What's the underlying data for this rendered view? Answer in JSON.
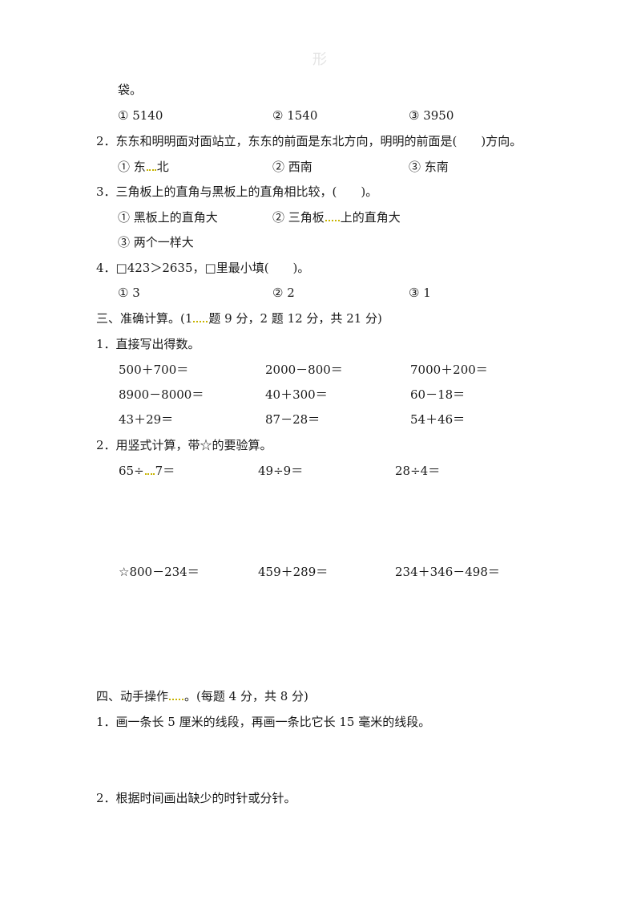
{
  "watermark": "形",
  "q1_tail": {
    "text": "袋。",
    "options": [
      "① 5140",
      "② 1540",
      "③ 3950"
    ]
  },
  "q2": {
    "stem": "2．东东和明明面对面站立，东东的前面是东北方向，明明的前面是(　　)方向。",
    "opt1_a": "① 东",
    "opt1_b": "北",
    "opt2": "② 西南",
    "opt3": "③ 东南"
  },
  "q3": {
    "stem": "3．三角板上的直角与黑板上的直角相比较，(　　)。",
    "opt1": "① 黑板上的直角大",
    "opt2_a": "② 三角板",
    "opt2_b": "上的直角大",
    "opt3": "③ 两个一样大"
  },
  "q4": {
    "stem": "4．□423＞2635，□里最小填(　　)。",
    "options": [
      "① 3",
      "② 2",
      "③ 1"
    ]
  },
  "section3": {
    "heading_a": "三、准确计算。(1",
    "heading_b": "题 9 分，2 题 12 分，共 21 分)",
    "q1": {
      "stem": "1．直接写出得数。",
      "row1": [
        "500＋700＝",
        "2000－800＝",
        "7000＋200＝"
      ],
      "row2": [
        "8900－8000＝",
        "40＋300＝",
        "60－18＝"
      ],
      "row3": [
        "43＋29＝",
        "87－28＝",
        "54＋46＝"
      ]
    },
    "q2": {
      "stem": "2．用竖式计算，带☆的要验算。",
      "row1_c1_a": "65÷",
      "row1_c1_b": "7＝",
      "row1": [
        "49÷9＝",
        "28÷4＝"
      ],
      "row2": [
        "☆800－234＝",
        "459＋289＝",
        "234＋346－498＝"
      ]
    }
  },
  "section4": {
    "heading_a": "四、动手操作",
    "heading_b": "。(每题 4 分，共 8 分)",
    "q1": "1．画一条长 5 厘米的线段，再画一条比它长 15 毫米的线段。",
    "q2": "2．根据时间画出缺少的时针或分针。"
  }
}
